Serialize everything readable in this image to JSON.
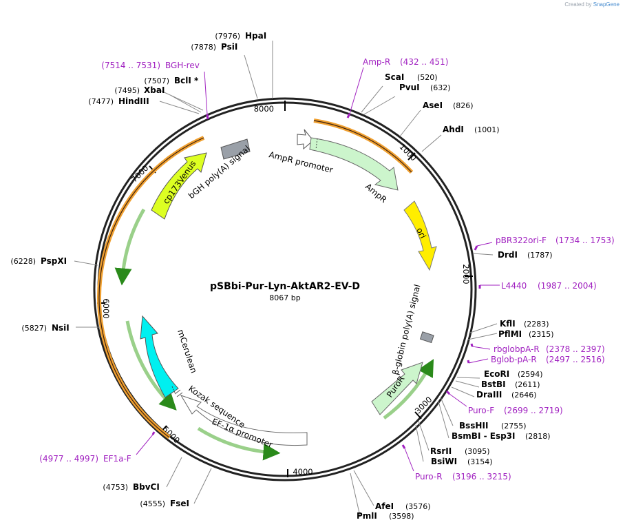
{
  "credit": {
    "prefix": "Created by",
    "brand": "SnapGene"
  },
  "plasmid": {
    "name": "pSBbi-Pur-Lyn-AktAR2-EV-D",
    "size_label": "8067 bp",
    "length": 8067
  },
  "ticks": [
    "1000",
    "2000",
    "3000",
    "4000",
    "5000",
    "6000",
    "7000",
    "8000"
  ],
  "enzymes": [
    {
      "name": "HpaI",
      "pos": "(7976)"
    },
    {
      "name": "PsiI",
      "pos": "(7878)"
    },
    {
      "name": "BclI *",
      "pos": "(7507)"
    },
    {
      "name": "XbaI",
      "pos": "(7495)"
    },
    {
      "name": "HindIII",
      "pos": "(7477)"
    },
    {
      "name": "ScaI",
      "pos": "(520)"
    },
    {
      "name": "PvuI",
      "pos": "(632)"
    },
    {
      "name": "AseI",
      "pos": "(826)"
    },
    {
      "name": "AhdI",
      "pos": "(1001)"
    },
    {
      "name": "DrdI",
      "pos": "(1787)"
    },
    {
      "name": "KflI",
      "pos": "(2283)"
    },
    {
      "name": "PflMI",
      "pos": "(2315)"
    },
    {
      "name": "EcoRI",
      "pos": "(2594)"
    },
    {
      "name": "BstBI",
      "pos": "(2611)"
    },
    {
      "name": "DraIII",
      "pos": "(2646)"
    },
    {
      "name": "BssHII",
      "pos": "(2755)"
    },
    {
      "name": "BsmBI - Esp3I",
      "pos": "(2818)"
    },
    {
      "name": "RsrII",
      "pos": "(3095)"
    },
    {
      "name": "BsiWI",
      "pos": "(3154)"
    },
    {
      "name": "AfeI",
      "pos": "(3576)"
    },
    {
      "name": "PmlI",
      "pos": "(3598)"
    },
    {
      "name": "FseI",
      "pos": "(4555)"
    },
    {
      "name": "BbvCI",
      "pos": "(4753)"
    },
    {
      "name": "NsiI",
      "pos": "(5827)"
    },
    {
      "name": "PspXI",
      "pos": "(6228)"
    }
  ],
  "primers": [
    {
      "name": "BGH-rev",
      "range": "(7514 .. 7531)"
    },
    {
      "name": "Amp-R",
      "range": "(432 .. 451)"
    },
    {
      "name": "pBR322ori-F",
      "range": "(1734 .. 1753)"
    },
    {
      "name": "L4440",
      "range": "(1987 .. 2004)"
    },
    {
      "name": "rbglobpA-R",
      "range": "(2378 .. 2397)"
    },
    {
      "name": "Bglob-pA-R",
      "range": "(2497 .. 2516)"
    },
    {
      "name": "Puro-F",
      "range": "(2699 .. 2719)"
    },
    {
      "name": "Puro-R",
      "range": "(3196 .. 3215)"
    },
    {
      "name": "EF1a-F",
      "range": "(4977 .. 4997)"
    }
  ],
  "features": [
    {
      "name": "AmpR promoter",
      "color": "#ffffff"
    },
    {
      "name": "AmpR",
      "color": "#ccf5cc"
    },
    {
      "name": "ori",
      "color": "#ffee00"
    },
    {
      "name": "β-globin poly(A) signal",
      "color": "#9aa0a8"
    },
    {
      "name": "PuroR",
      "color": "#ccf5cc"
    },
    {
      "name": "EF-1α promoter",
      "color": "#ffffff"
    },
    {
      "name": "Kozak sequence",
      "color": "#ffffff"
    },
    {
      "name": "mCerulean",
      "color": "#00f0f0"
    },
    {
      "name": "cp173Venus",
      "color": "#ddff22"
    },
    {
      "name": "bGH poly(A) signal",
      "color": "#9aa0a8"
    }
  ]
}
